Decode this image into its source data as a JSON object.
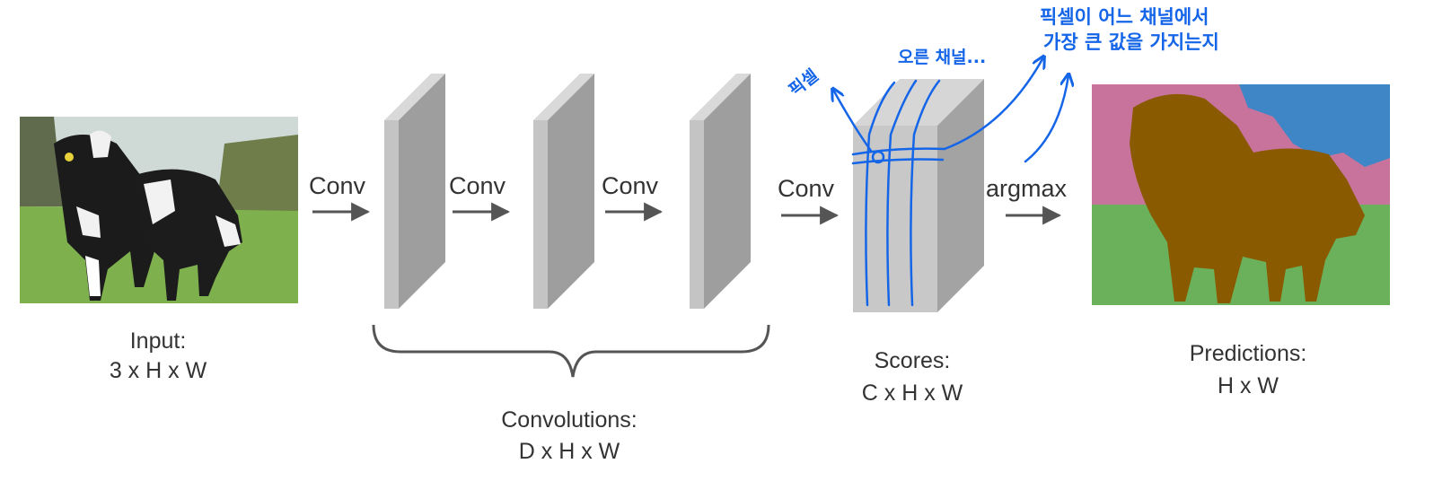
{
  "arrows": {
    "conv1": "Conv",
    "conv2": "Conv",
    "conv3": "Conv",
    "conv4": "Conv",
    "argmax": "argmax"
  },
  "input": {
    "title": "Input:",
    "dims": "3 x H x W"
  },
  "convolutions": {
    "title": "Convolutions:",
    "dims": "D x H x W"
  },
  "scores": {
    "title": "Scores:",
    "dims": "C x H x W"
  },
  "predictions": {
    "title": "Predictions:",
    "dims": "H x W"
  },
  "annotations": {
    "pixel": "픽셀",
    "channels": "오른 채널...",
    "note_line1": "픽셀이 어느 채널에서",
    "note_line2": "가장 큰 값을 가지는지"
  },
  "colors": {
    "ink": "#333333",
    "handwriting": "#1565e8",
    "pred_pink": "#c8739c",
    "pred_blue": "#3f86c6",
    "pred_green": "#6bb05a",
    "pred_brown": "#8a5a00",
    "sheet_front": "#bdbdbd",
    "sheet_side": "#9e9e9e"
  },
  "icons": [
    "cow-photo",
    "segmentation-mask"
  ]
}
